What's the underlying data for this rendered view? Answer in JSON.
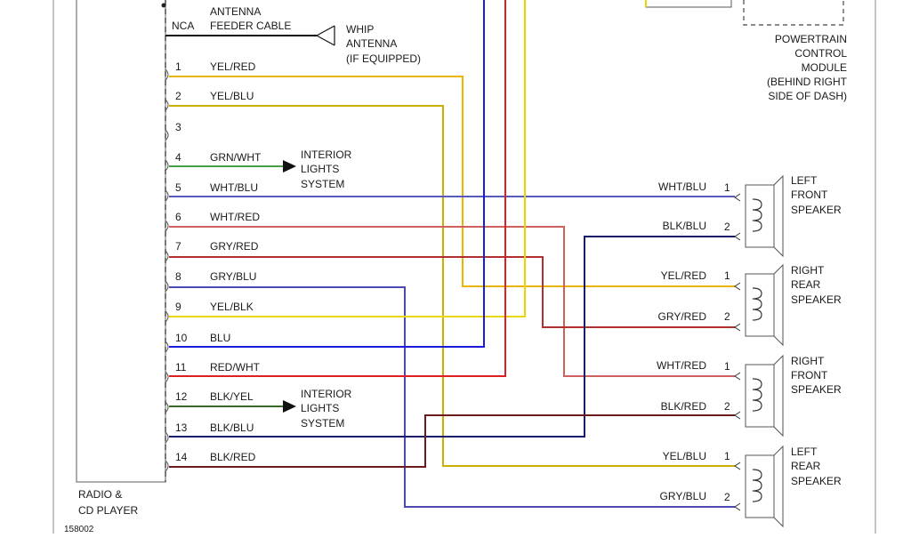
{
  "radio": {
    "label_line1": "RADIO &",
    "label_line2": "CD PLAYER",
    "ref": "158002",
    "nca": "NCA"
  },
  "antenna": {
    "cable_line1": "ANTENNA",
    "cable_line2": "FEEDER CABLE",
    "whip_line1": "WHIP",
    "whip_line2": "ANTENNA",
    "whip_line3": "(IF EQUIPPED)"
  },
  "pcm": {
    "line1": "POWERTRAIN",
    "line2": "CONTROL",
    "line3": "MODULE",
    "line4": "(BEHIND RIGHT",
    "line5": "SIDE OF DASH)"
  },
  "interior_lights": {
    "line1": "INTERIOR",
    "line2": "LIGHTS",
    "line3": "SYSTEM"
  },
  "pins": [
    {
      "num": "1",
      "wire": "YEL/RED",
      "color": "#e8b400"
    },
    {
      "num": "2",
      "wire": "YEL/BLU",
      "color": "#c9b000"
    },
    {
      "num": "3",
      "wire": "",
      "color": ""
    },
    {
      "num": "4",
      "wire": "GRN/WHT",
      "color": "#46a046"
    },
    {
      "num": "5",
      "wire": "WHT/BLU",
      "color": "#5a5abe"
    },
    {
      "num": "6",
      "wire": "WHT/RED",
      "color": "#d06060"
    },
    {
      "num": "7",
      "wire": "GRY/RED",
      "color": "#b03030"
    },
    {
      "num": "8",
      "wire": "GRY/BLU",
      "color": "#4a4ab0"
    },
    {
      "num": "9",
      "wire": "YEL/BLK",
      "color": "#e8d800"
    },
    {
      "num": "10",
      "wire": "BLU",
      "color": "#1a1adc"
    },
    {
      "num": "11",
      "wire": "RED/WHT",
      "color": "#e02020"
    },
    {
      "num": "12",
      "wire": "BLK/YEL",
      "color": "#3a6a2a"
    },
    {
      "num": "13",
      "wire": "BLK/BLU",
      "color": "#1a1a6a"
    },
    {
      "num": "14",
      "wire": "BLK/RED",
      "color": "#6a1a1a"
    }
  ],
  "speakers": [
    {
      "name_line1": "LEFT",
      "name_line2": "FRONT",
      "name_line3": "SPEAKER",
      "term1_num": "1",
      "term1_wire": "WHT/BLU",
      "term2_num": "2",
      "term2_wire": "BLK/BLU"
    },
    {
      "name_line1": "RIGHT",
      "name_line2": "REAR",
      "name_line3": "SPEAKER",
      "term1_num": "1",
      "term1_wire": "YEL/RED",
      "term2_num": "2",
      "term2_wire": "GRY/RED"
    },
    {
      "name_line1": "RIGHT",
      "name_line2": "FRONT",
      "name_line3": "SPEAKER",
      "term1_num": "1",
      "term1_wire": "WHT/RED",
      "term2_num": "2",
      "term2_wire": "BLK/RED"
    },
    {
      "name_line1": "LEFT",
      "name_line2": "REAR",
      "name_line3": "SPEAKER",
      "term1_num": "1",
      "term1_wire": "YEL/BLU",
      "term2_num": "2",
      "term2_wire": "GRY/BLU"
    }
  ]
}
